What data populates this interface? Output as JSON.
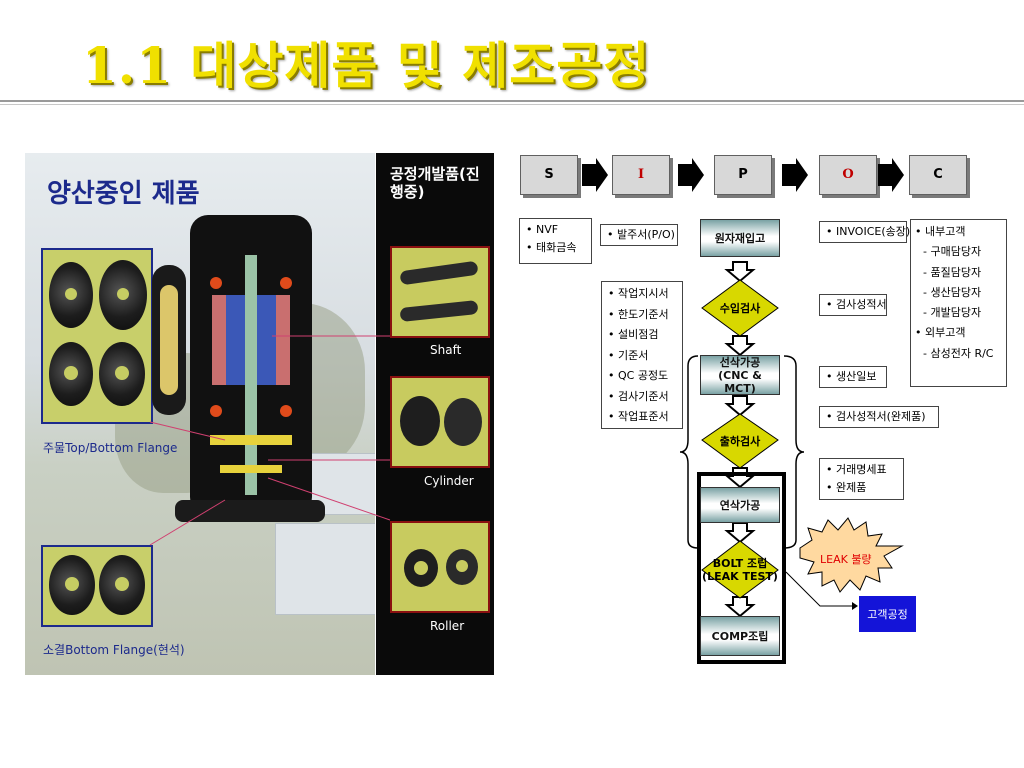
{
  "title": "1.1 대상제품 및 제조공정",
  "photo": {
    "title": "양산중인 제품",
    "caption_top": "주물Top/Bottom Flange",
    "caption_bottom": "소결Bottom Flange(현석)"
  },
  "strip": {
    "title": "공정개발품(진행중)",
    "labels": [
      "Shaft",
      "Cylinder",
      "Roller"
    ]
  },
  "sipoc": [
    "S",
    "I",
    "P",
    "O",
    "C"
  ],
  "notes": {
    "supplier": [
      "• NVF",
      "• 태화금속"
    ],
    "po": "• 발주서(P/O)",
    "docs": [
      "• 작업지시서",
      "• 한도기준서",
      "• 설비점검",
      "• 기준서",
      "• QC 공정도",
      "• 검사기준서",
      "• 작업표준서"
    ],
    "invoice": "• INVOICE(송장)",
    "inspection_report": "• 검사성적서",
    "production_report": "• 생산일보",
    "final_report": "• 검사성적서(완제품)",
    "shipping": [
      "• 거래명세표",
      "• 완제품"
    ],
    "customers": [
      "• 내부고객",
      "- 구매담당자",
      "- 품질담당자",
      "- 생산담당자",
      "- 개발담당자",
      "",
      "• 외부고객",
      "- 삼성전자 R/C"
    ]
  },
  "steps": {
    "receive": "원자재입고",
    "incoming": "수입검사",
    "lathe": "선삭가공",
    "lathe2": "(CNC & MCT)",
    "outgoing": "출하검사",
    "grinding": "연삭가공",
    "bolt": "BOLT 조립",
    "bolt2": "(LEAK TEST)",
    "comp": "COMP조립"
  },
  "leak": "LEAK 불량",
  "customer_process": "고객공정",
  "colors": {
    "title": "#f0e000",
    "sipoc_red": "#c00000",
    "step_teal": "#7aa2a4",
    "diamond_yellow": "#d8d800",
    "leak_fill": "#ffd9a0",
    "leak_text": "#e00000",
    "customer_blue": "#1414d8"
  }
}
